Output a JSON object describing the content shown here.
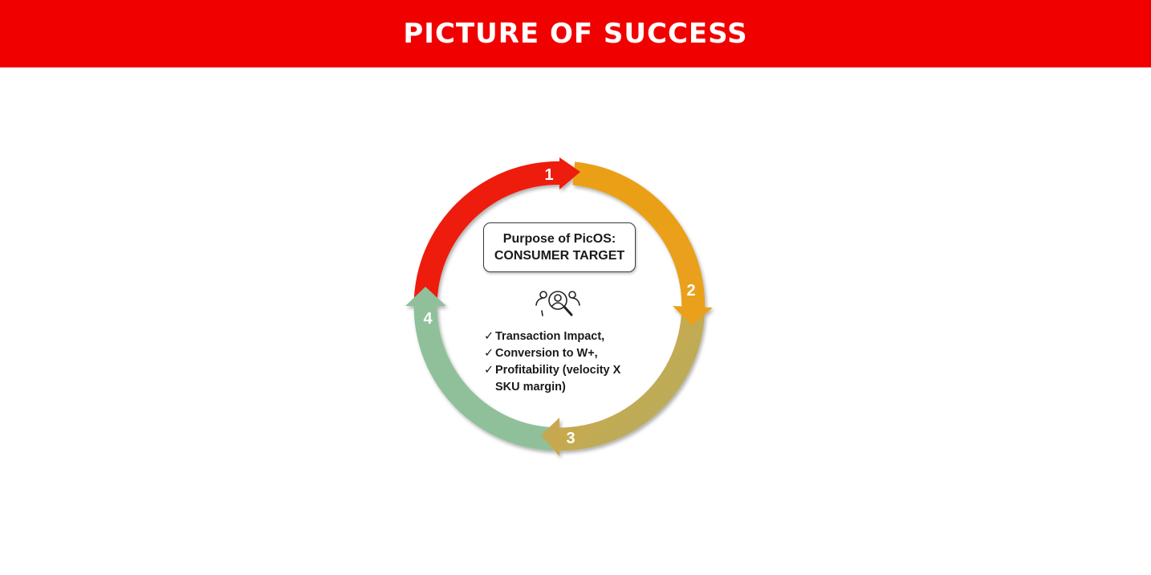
{
  "header": {
    "title": "PICTURE OF SUCCESS"
  },
  "cycle": {
    "steps": [
      {
        "number": "1",
        "color": "#ee1a0f"
      },
      {
        "number": "2",
        "color": "#eba01a"
      },
      {
        "number": "3",
        "color": "#c2a85a"
      },
      {
        "number": "4",
        "color": "#8fc09a"
      }
    ]
  },
  "center": {
    "purpose_line1": "Purpose of PicOS:",
    "purpose_line2": "CONSUMER TARGET",
    "icon": "consumer-target-icon",
    "checkmark": "✓",
    "bullets": [
      "Transaction Impact,",
      "Conversion to W+,",
      "Profitability (velocity X SKU margin)"
    ]
  },
  "colors": {
    "header_bg": "#f10000",
    "header_text": "#ffffff"
  }
}
